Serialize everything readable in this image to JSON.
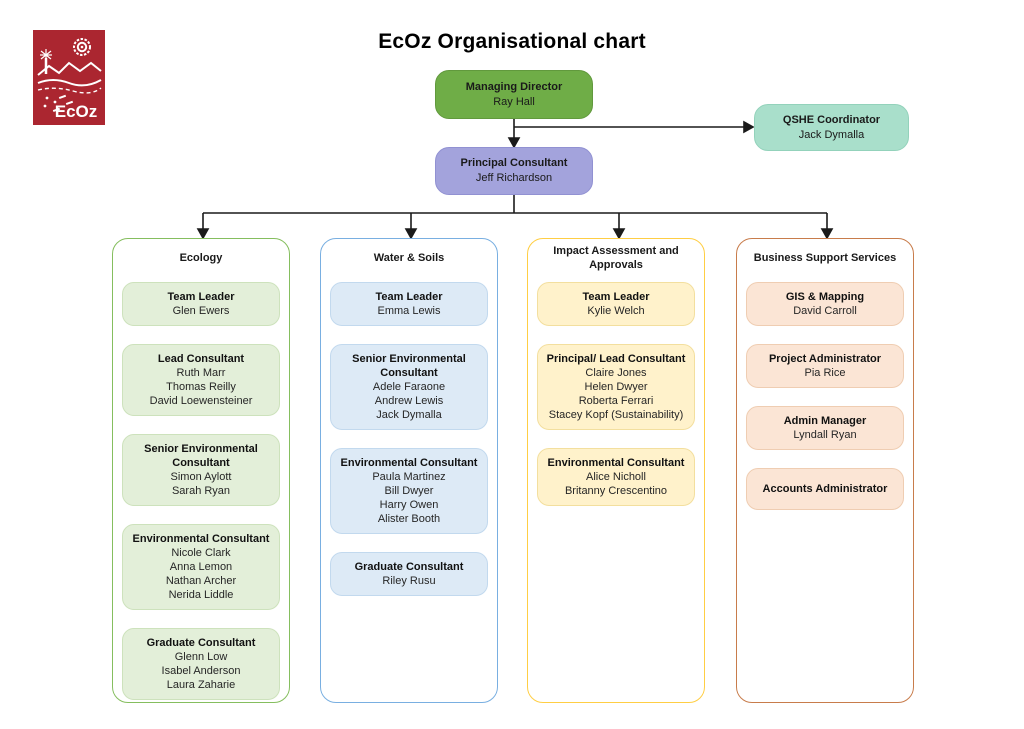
{
  "title": "EcOz Organisational chart",
  "logo": {
    "brand": "EcOz",
    "bg_color": "#AB2630"
  },
  "top_nodes": {
    "managing_director": {
      "role": "Managing Director",
      "name": "Ray Hall",
      "bg": "#6FAD47"
    },
    "qshe_coordinator": {
      "role": "QSHE Coordinator",
      "name": "Jack Dymalla",
      "bg": "#A9DFCB"
    },
    "principal_consultant": {
      "role": "Principal Consultant",
      "name": "Jeff Richardson",
      "bg": "#A3A3DC"
    }
  },
  "columns": [
    {
      "header": "Ecology",
      "border_color": "#85BE5E",
      "box_fill": "#E3EFD9",
      "box_border": "#CDE2BC",
      "boxes": [
        {
          "role": "Team Leader",
          "names": [
            "Glen Ewers"
          ]
        },
        {
          "role": "Lead Consultant",
          "names": [
            "Ruth Marr",
            "Thomas Reilly",
            "David Loewensteiner"
          ]
        },
        {
          "role": "Senior Environmental Consultant",
          "names": [
            "Simon Aylott",
            "Sarah Ryan"
          ]
        },
        {
          "role": "Environmental Consultant",
          "names": [
            "Nicole Clark",
            "Anna Lemon",
            "Nathan Archer",
            "Nerida Liddle"
          ]
        },
        {
          "role": "Graduate Consultant",
          "names": [
            "Glenn Low",
            "Isabel Anderson",
            "Laura Zaharie"
          ]
        }
      ]
    },
    {
      "header": "Water & Soils",
      "border_color": "#79AFE1",
      "box_fill": "#DDEAF6",
      "box_border": "#C2D9EE",
      "boxes": [
        {
          "role": "Team Leader",
          "names": [
            "Emma Lewis"
          ]
        },
        {
          "role": "Senior Environmental Consultant",
          "names": [
            "Adele Faraone",
            "Andrew Lewis",
            "Jack Dymalla"
          ]
        },
        {
          "role": "Environmental Consultant",
          "names": [
            "Paula Martinez",
            "Bill Dwyer",
            "Harry Owen",
            "Alister Booth"
          ]
        },
        {
          "role": "Graduate Consultant",
          "names": [
            "Riley Rusu"
          ]
        }
      ]
    },
    {
      "header": "Impact Assessment and Approvals",
      "border_color": "#FFCE44",
      "box_fill": "#FFF2CB",
      "box_border": "#F3Df9E",
      "boxes": [
        {
          "role": "Team Leader",
          "names": [
            "Kylie Welch"
          ]
        },
        {
          "role": "Principal/ Lead Consultant",
          "names": [
            "Claire Jones",
            "Helen Dwyer",
            "Roberta Ferrari",
            "Stacey Kopf (Sustainability)"
          ]
        },
        {
          "role": "Environmental Consultant",
          "names": [
            "Alice Nicholl",
            "Britanny Crescentino"
          ]
        }
      ]
    },
    {
      "header": "Business Support Services",
      "border_color": "#C87C4B",
      "box_fill": "#FBE5D5",
      "box_border": "#EFCDB2",
      "boxes": [
        {
          "role": "GIS & Mapping",
          "names": [
            "David Carroll"
          ]
        },
        {
          "role": "Project Administrator",
          "names": [
            "Pia Rice"
          ]
        },
        {
          "role": "Admin Manager",
          "names": [
            "Lyndall Ryan"
          ]
        },
        {
          "role": "Accounts Administrator",
          "names": []
        }
      ]
    }
  ]
}
